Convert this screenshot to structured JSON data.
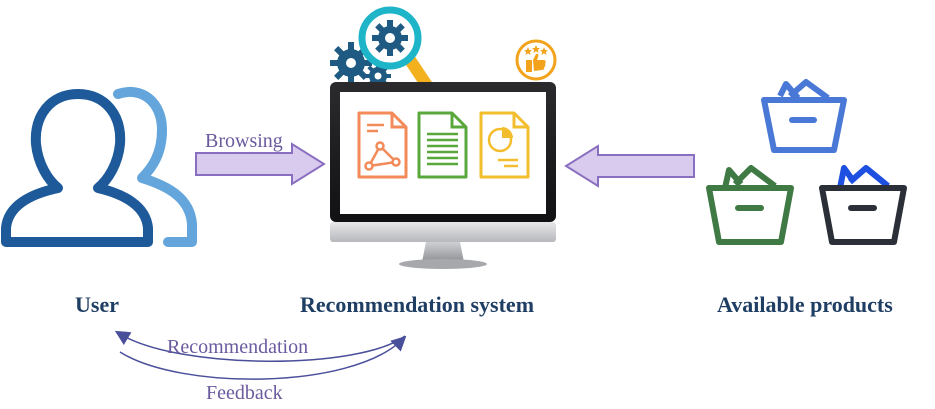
{
  "labels": {
    "user": "User",
    "system": "Recommendation system",
    "products": "Available products"
  },
  "flows": {
    "browsing": "Browsing",
    "recommendation": "Recommendation",
    "feedback": "Feedback"
  },
  "colors": {
    "user_dark": "#1e5a9a",
    "user_light": "#64a6dc",
    "arrow_fill": "#d9cbee",
    "arrow_stroke": "#8a6fc0",
    "caption": "#1f3e63",
    "flow_text": "#6b5a9e",
    "gear": "#1f5a83",
    "magnifier_ring": "#1fb5c9",
    "magnifier_handle": "#f3b21d",
    "rating_badge": "#f3a21b",
    "doc_orange": "#f28a5a",
    "doc_green": "#5aa83c",
    "doc_yellow": "#f2be2e",
    "basket_blue": "#4a78d6",
    "basket_green": "#3f7a45",
    "basket_dark": "#2b2f38",
    "basket_handle_blue": "#1d4fe0"
  },
  "icons": [
    "user-group-icon",
    "gear-icon",
    "magnifier-icon",
    "rating-badge-icon",
    "monitor-icon",
    "document-chart-icon",
    "document-text-icon",
    "document-pie-icon",
    "basket-icon"
  ]
}
